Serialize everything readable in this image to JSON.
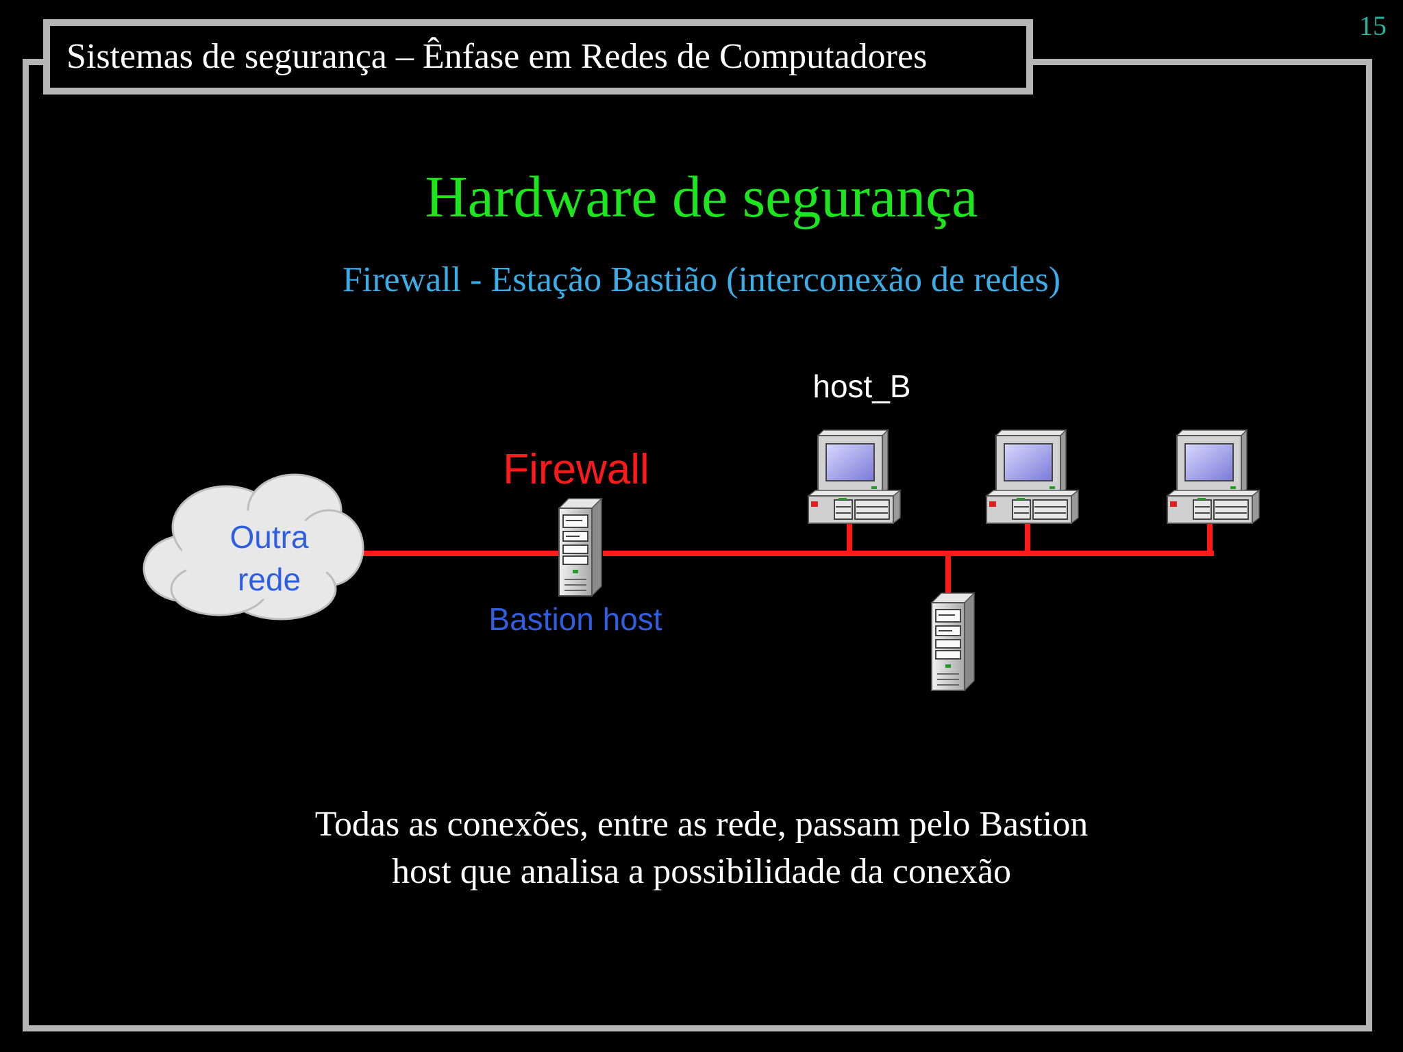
{
  "header": {
    "title": "Sistemas de segurança – Ênfase em Redes de Computadores",
    "page_number": "15"
  },
  "main": {
    "title": "Hardware de segurança",
    "subtitle": "Firewall - Estação Bastião (interconexão de redes)",
    "caption_lines": [
      "Todas as conexões, entre as rede, passam pelo Bastion",
      "host que analisa a possibilidade da conexão"
    ]
  },
  "diagram": {
    "cloud_label_line1": "Outra",
    "cloud_label_line2": "rede",
    "firewall_label": "Firewall",
    "bastion_label": "Bastion host",
    "host_b_label": "host_B",
    "icons": [
      "cloud-icon",
      "server-tower-icon",
      "desktop-computer-icon"
    ],
    "colors": {
      "network_line": "#ff1a1a",
      "firewall_label": "#ff1a1a",
      "blue_labels": "#2f5fe0",
      "title": "#1ee61e",
      "subtitle": "#3aaee8",
      "frame": "#b5b5b5",
      "page_number": "#26b5a0"
    }
  }
}
